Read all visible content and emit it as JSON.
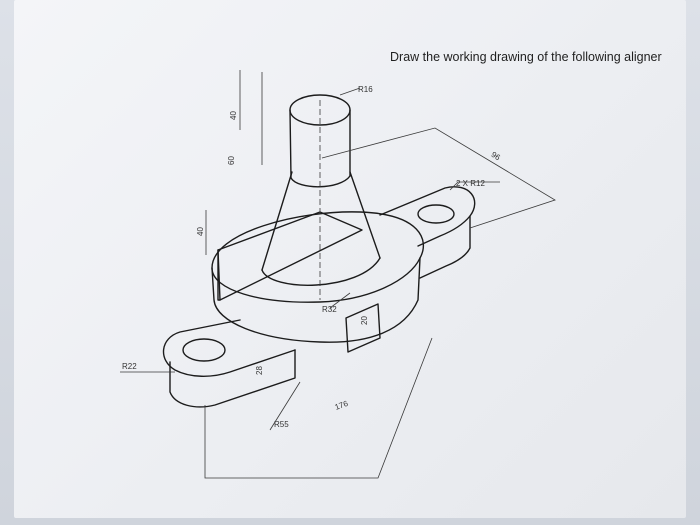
{
  "title": "Draw the working drawing of the following aligner",
  "dimensions": {
    "r16": "R16",
    "d96": "96",
    "r12": "2 X R12",
    "d40_top": "40",
    "d60": "60",
    "d40_left": "40",
    "r32": "R32",
    "d20": "20",
    "r22": "R22",
    "d28": "28",
    "r55": "R55",
    "d176": "176"
  },
  "colors": {
    "line": "#1c1c1c",
    "dim_line": "#3a3a3a",
    "screen": "#f0f1f4"
  }
}
